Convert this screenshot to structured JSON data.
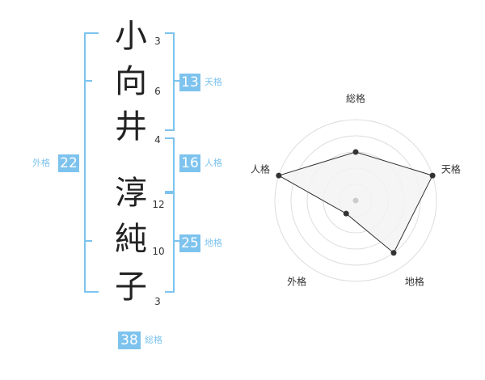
{
  "name": {
    "chars": [
      {
        "char": "小",
        "strokes": "3"
      },
      {
        "char": "向",
        "strokes": "6"
      },
      {
        "char": "井",
        "strokes": "4"
      },
      {
        "char": "淳",
        "strokes": "12"
      },
      {
        "char": "純",
        "strokes": "10"
      },
      {
        "char": "子",
        "strokes": "3"
      }
    ]
  },
  "fortunes": {
    "tenkaku": {
      "value": "13",
      "label": "天格"
    },
    "jinkaku": {
      "value": "16",
      "label": "人格"
    },
    "chikaku": {
      "value": "25",
      "label": "地格"
    },
    "gaikaku": {
      "value": "22",
      "label": "外格"
    },
    "soukaku": {
      "value": "38",
      "label": "総格"
    }
  },
  "chart_data": {
    "type": "radar",
    "axes": [
      "総格",
      "天格",
      "地格",
      "外格",
      "人格"
    ],
    "values": [
      3,
      5,
      4,
      1,
      5
    ],
    "max": 5,
    "rings": 5,
    "colors": {
      "ring": "#dddddd",
      "fill": "#f3f3f3",
      "line": "#333333",
      "point": "#333333"
    }
  }
}
